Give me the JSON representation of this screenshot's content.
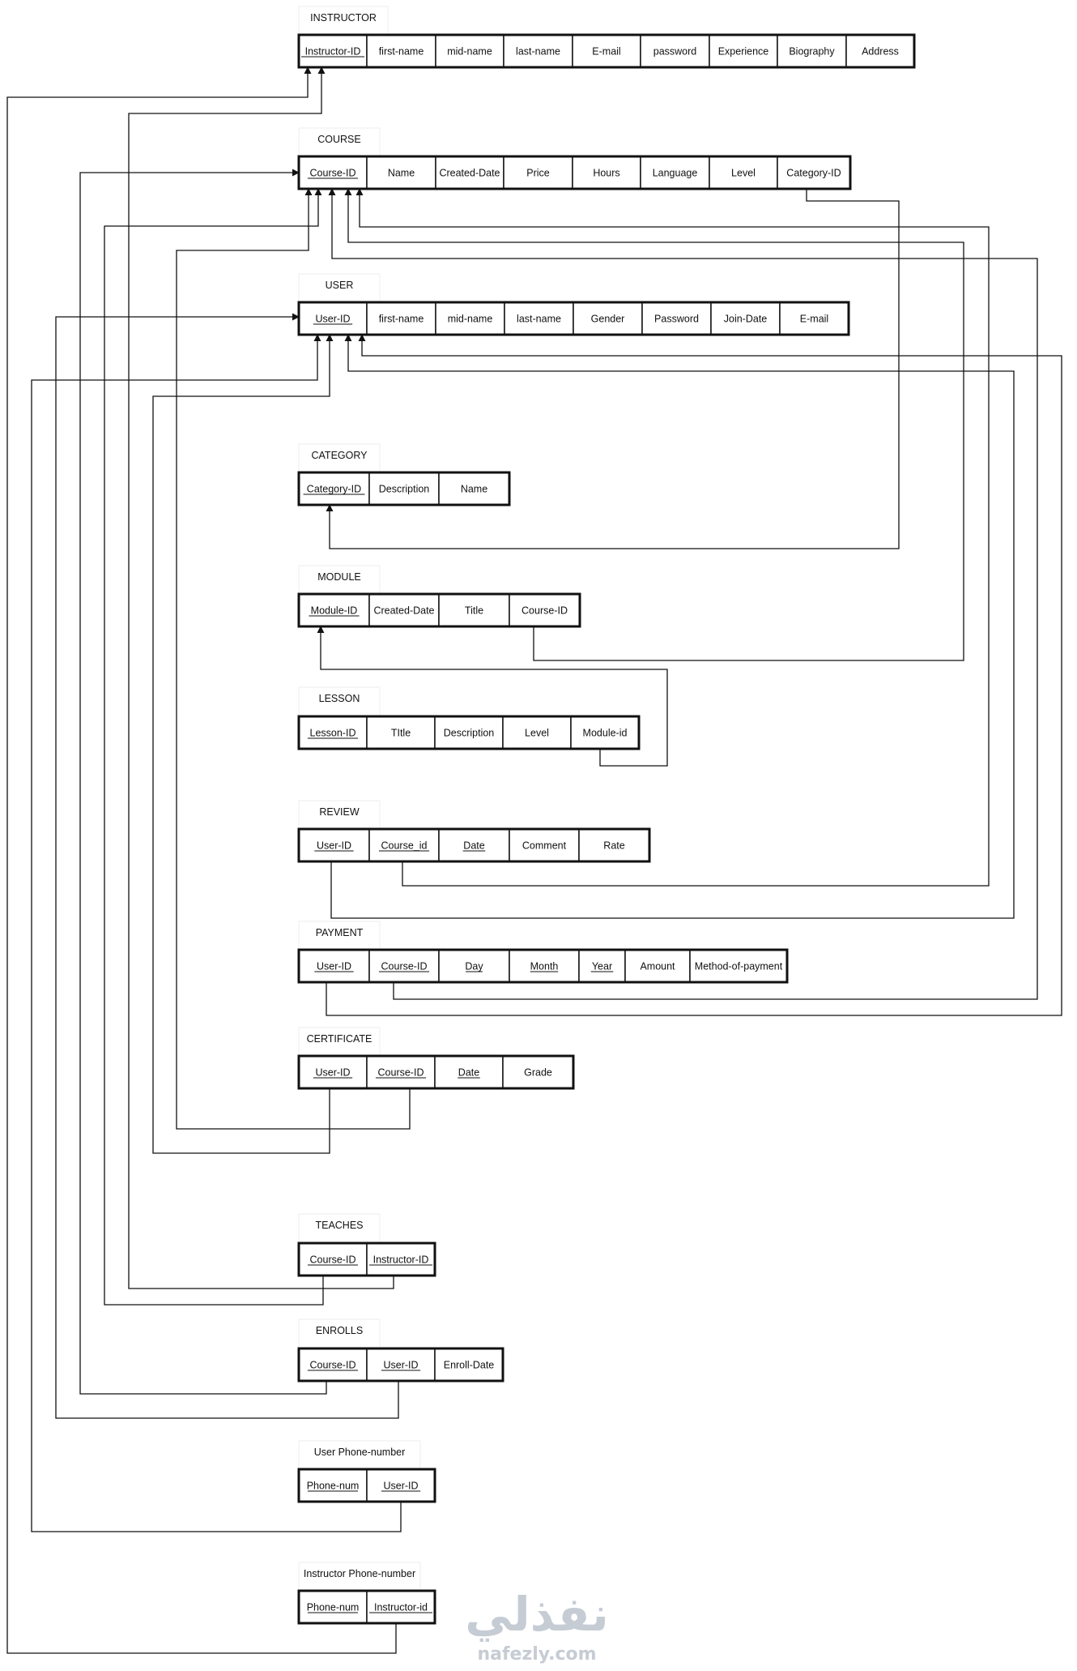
{
  "tables": [
    {
      "key": "instructor",
      "title": "INSTRUCTOR",
      "columns": [
        {
          "label": "Instructor-ID",
          "pk": true
        },
        {
          "label": "first-name"
        },
        {
          "label": "mid-name"
        },
        {
          "label": "last-name"
        },
        {
          "label": "E-mail"
        },
        {
          "label": "password"
        },
        {
          "label": "Experience"
        },
        {
          "label": "Biography"
        },
        {
          "label": "Address"
        }
      ]
    },
    {
      "key": "course",
      "title": "COURSE",
      "columns": [
        {
          "label": "Course-ID",
          "pk": true
        },
        {
          "label": "Name"
        },
        {
          "label": "Created-Date"
        },
        {
          "label": "Price"
        },
        {
          "label": "Hours"
        },
        {
          "label": "Language"
        },
        {
          "label": "Level"
        },
        {
          "label": "Category-ID"
        }
      ]
    },
    {
      "key": "user",
      "title": "USER",
      "columns": [
        {
          "label": "User-ID",
          "pk": true
        },
        {
          "label": "first-name"
        },
        {
          "label": "mid-name"
        },
        {
          "label": "last-name"
        },
        {
          "label": "Gender"
        },
        {
          "label": "Password"
        },
        {
          "label": "Join-Date"
        },
        {
          "label": "E-mail"
        }
      ]
    },
    {
      "key": "category",
      "title": "CATEGORY",
      "columns": [
        {
          "label": "Category-ID",
          "pk": true
        },
        {
          "label": "Description"
        },
        {
          "label": "Name"
        }
      ]
    },
    {
      "key": "module",
      "title": "MODULE",
      "columns": [
        {
          "label": "Module-ID",
          "pk": true
        },
        {
          "label": "Created-Date"
        },
        {
          "label": "Title"
        },
        {
          "label": "Course-ID"
        }
      ]
    },
    {
      "key": "lesson",
      "title": "LESSON",
      "columns": [
        {
          "label": "Lesson-ID",
          "pk": true
        },
        {
          "label": "TItle"
        },
        {
          "label": "Description"
        },
        {
          "label": "Level"
        },
        {
          "label": "Module-id"
        }
      ]
    },
    {
      "key": "review",
      "title": "REVIEW",
      "columns": [
        {
          "label": "User-ID",
          "pk": true
        },
        {
          "label": "Course_id",
          "pk": true
        },
        {
          "label": "Date",
          "pk": true
        },
        {
          "label": "Comment"
        },
        {
          "label": "Rate"
        }
      ]
    },
    {
      "key": "payment",
      "title": "PAYMENT",
      "columns": [
        {
          "label": "User-ID",
          "pk": true
        },
        {
          "label": "Course-ID",
          "pk": true
        },
        {
          "label": "Day",
          "pk": true
        },
        {
          "label": "Month",
          "pk": true
        },
        {
          "label": "Year",
          "pk": true
        },
        {
          "label": "Amount"
        },
        {
          "label": "Method-of-payment"
        }
      ]
    },
    {
      "key": "certificate",
      "title": "CERTIFICATE",
      "columns": [
        {
          "label": "User-ID",
          "pk": true
        },
        {
          "label": "Course-ID",
          "pk": true
        },
        {
          "label": "Date",
          "pk": true
        },
        {
          "label": "Grade"
        }
      ]
    },
    {
      "key": "teaches",
      "title": "TEACHES",
      "columns": [
        {
          "label": "Course-ID",
          "pk": true
        },
        {
          "label": "Instructor-ID",
          "pk": true
        }
      ]
    },
    {
      "key": "enrolls",
      "title": "ENROLLS",
      "columns": [
        {
          "label": "Course-ID",
          "pk": true
        },
        {
          "label": "User-ID",
          "pk": true
        },
        {
          "label": "Enroll-Date"
        }
      ]
    },
    {
      "key": "user-phone",
      "title": "User Phone-number",
      "columns": [
        {
          "label": "Phone-num",
          "pk": true
        },
        {
          "label": "User-ID",
          "pk": true
        }
      ]
    },
    {
      "key": "instructor-phone",
      "title": "Instructor Phone-number",
      "columns": [
        {
          "label": "Phone-num",
          "pk": true
        },
        {
          "label": "Instructor-id",
          "pk": true
        }
      ]
    }
  ],
  "relationships": [
    {
      "from": "course.Category-ID",
      "to": "category.Category-ID"
    },
    {
      "from": "module.Course-ID",
      "to": "course.Course-ID"
    },
    {
      "from": "lesson.Module-id",
      "to": "module.Module-ID"
    },
    {
      "from": "review.User-ID",
      "to": "user.User-ID"
    },
    {
      "from": "review.Course_id",
      "to": "course.Course-ID"
    },
    {
      "from": "payment.User-ID",
      "to": "user.User-ID"
    },
    {
      "from": "payment.Course-ID",
      "to": "course.Course-ID"
    },
    {
      "from": "certificate.User-ID",
      "to": "user.User-ID"
    },
    {
      "from": "certificate.Course-ID",
      "to": "course.Course-ID"
    },
    {
      "from": "teaches.Course-ID",
      "to": "course.Course-ID"
    },
    {
      "from": "teaches.Instructor-ID",
      "to": "instructor.Instructor-ID"
    },
    {
      "from": "enrolls.Course-ID",
      "to": "course.Course-ID"
    },
    {
      "from": "enrolls.User-ID",
      "to": "user.User-ID"
    },
    {
      "from": "user-phone.User-ID",
      "to": "user.User-ID"
    },
    {
      "from": "instructor-phone.Instructor-id",
      "to": "instructor.Instructor-ID"
    }
  ],
  "watermark": {
    "arabic": "نفذلي",
    "latin": "nafezly.com"
  }
}
